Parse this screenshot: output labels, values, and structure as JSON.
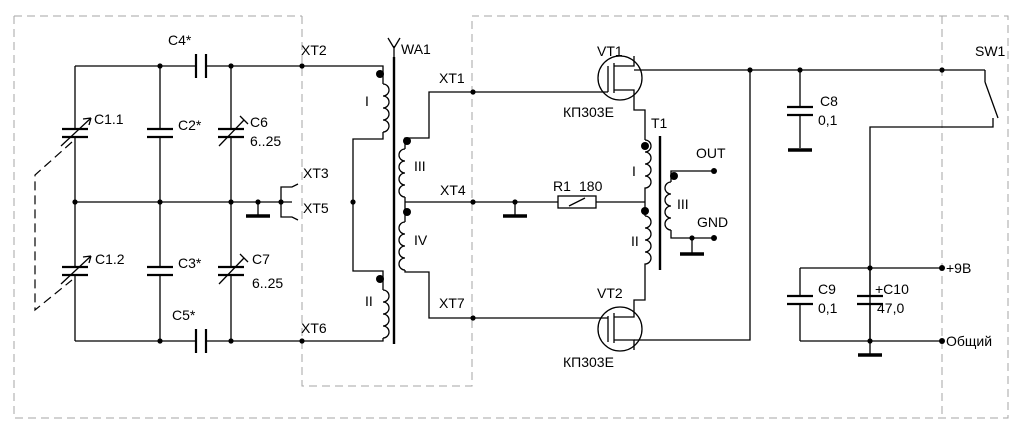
{
  "labels": {
    "c4": "C4*",
    "xt2": "XT2",
    "wa1": "WA1",
    "xt1": "XT1",
    "vt1": "VT1",
    "sw1": "SW1",
    "c1_1": "C1.1",
    "c2": "C2*",
    "c6": "C6",
    "c6_val": "6..25",
    "winding_1": "I",
    "winding_3_wa": "III",
    "kp303e_1": "КП303Е",
    "t1": "T1",
    "c8": "C8",
    "c8_val": "0,1",
    "out": "OUT",
    "xt3": "XT3",
    "xt5": "XT5",
    "xt4": "XT4",
    "r1": "R1",
    "r1_val": "180",
    "t1_winding_1": "I",
    "t1_winding_3": "III",
    "gnd": "GND",
    "c1_2": "C1.2",
    "c3": "C3*",
    "c7": "C7",
    "c7_val": "6..25",
    "winding_4": "IV",
    "t1_winding_2": "II",
    "c9": "C9",
    "c9_val": "0,1",
    "c10": "+C10",
    "c10_val": "47,0",
    "plus9v": "+9В",
    "c5": "C5*",
    "xt6": "XT6",
    "winding_2": "II",
    "xt7": "XT7",
    "vt2": "VT2",
    "common": "Общий",
    "kp303e_2": "КП303Е"
  }
}
